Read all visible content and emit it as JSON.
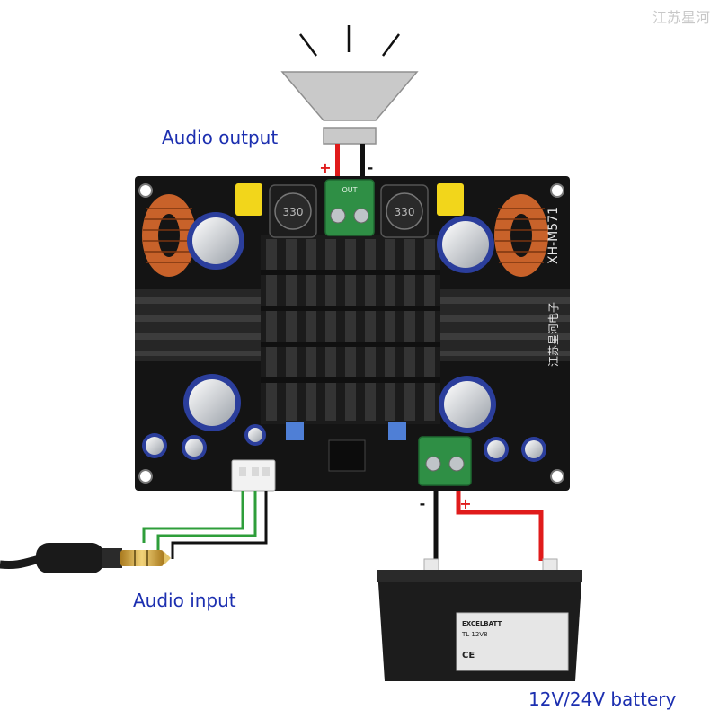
{
  "labels": {
    "audio_output": "Audio output",
    "audio_input": "Audio input",
    "battery": "12V/24V battery"
  },
  "watermark": "江苏星河",
  "board": {
    "model": "XH-M571",
    "brand_text": "江苏星河电子",
    "terminal_top_text": "OUT",
    "inductor_code": "330"
  },
  "polarity": {
    "speaker_plus": "+",
    "speaker_minus": "-",
    "power_minus": "-",
    "power_plus": "+"
  },
  "battery_label": {
    "brand": "EXCELBATT",
    "model": "TL 12V8",
    "ce": "CE"
  },
  "colors": {
    "label_blue": "#1c2fb0",
    "wire_red": "#e01b1b",
    "wire_black": "#111111",
    "wire_green": "#2e9e3a",
    "pcb": "#121212",
    "terminal_green": "#2f8f45",
    "capacitor_blue": "#2b3e9c",
    "copper": "#c8622a"
  },
  "icons": [
    "speaker-icon",
    "audio-jack-icon",
    "battery-icon",
    "amplifier-board-icon"
  ]
}
